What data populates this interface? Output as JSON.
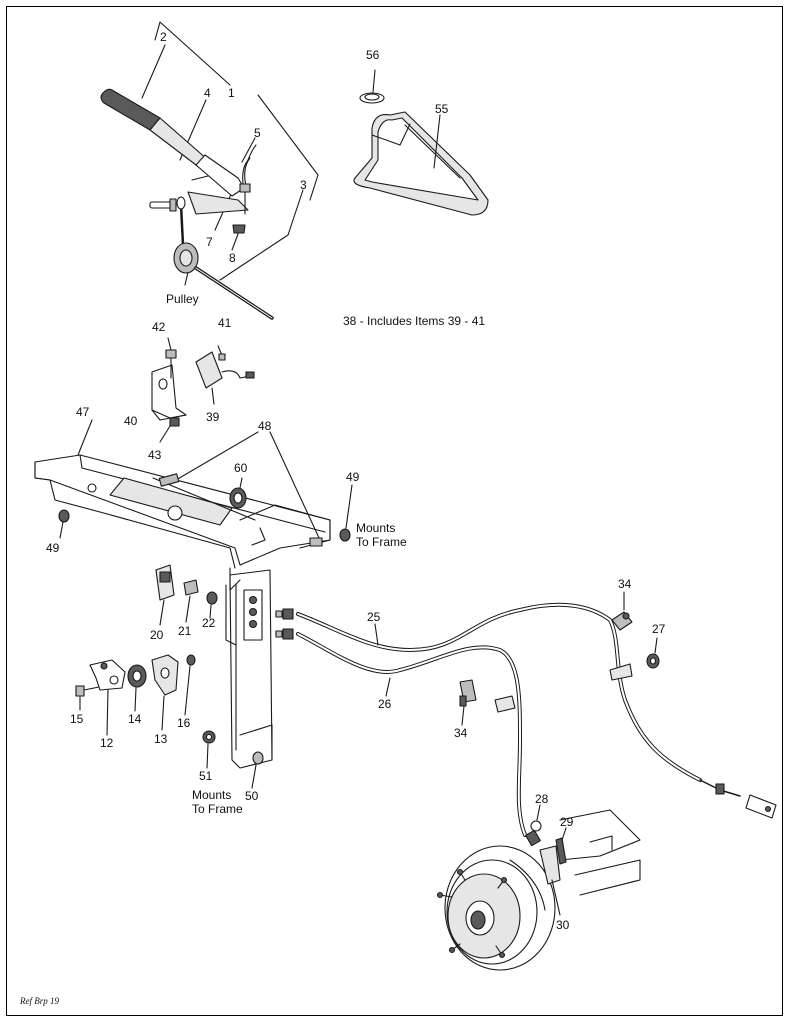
{
  "callouts": {
    "c1": "1",
    "c2": "2",
    "c3": "3",
    "c4": "4",
    "c5": "5",
    "c7": "7",
    "c8": "8",
    "c12": "12",
    "c13": "13",
    "c14": "14",
    "c15": "15",
    "c16": "16",
    "c20": "20",
    "c21": "21",
    "c22": "22",
    "c25": "25",
    "c26": "26",
    "c27": "27",
    "c28": "28",
    "c29": "29",
    "c30": "30",
    "c34a": "34",
    "c34b": "34",
    "c39": "39",
    "c40": "40",
    "c41": "41",
    "c42": "42",
    "c43": "43",
    "c47": "47",
    "c48": "48",
    "c49a": "49",
    "c49b": "49",
    "c50": "50",
    "c51": "51",
    "c55": "55",
    "c56": "56",
    "c60": "60"
  },
  "labels": {
    "pulley": "Pulley",
    "mounts_frame_right_1": "Mounts",
    "mounts_frame_right_2": "To Frame",
    "mounts_frame_bottom_1": "Mounts",
    "mounts_frame_bottom_2": "To Frame"
  },
  "notes": {
    "includes": "38 - Includes Items 39 - 41"
  },
  "footer": {
    "reference": "Ref Brp 19"
  },
  "colors": {
    "line": "#1a1a1a",
    "fill_light": "#e6e6e6",
    "fill_mid": "#bdbdbd",
    "fill_dark": "#5a5a5a",
    "background": "#ffffff"
  }
}
